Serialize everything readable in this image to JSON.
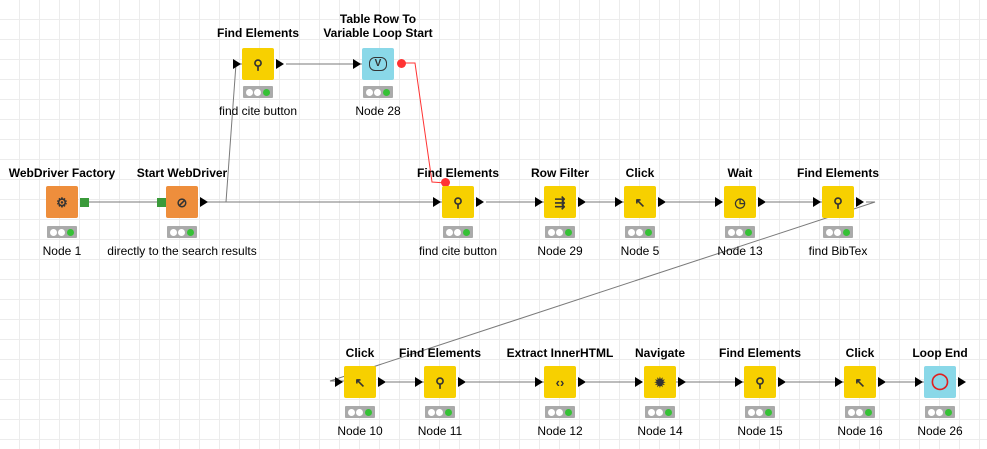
{
  "nodes": {
    "n1": {
      "title": "WebDriver Factory",
      "label": "Node 1",
      "icon": "webdriver-factory-icon"
    },
    "n2": {
      "title": "Start WebDriver",
      "label": "directly to the search results",
      "icon": "compass-icon"
    },
    "n3": {
      "title": "Find Elements",
      "label": "find cite button",
      "icon": "find-elements-icon"
    },
    "n28": {
      "title": "Table Row To Variable Loop Start",
      "label": "Node 28",
      "icon": "variable-loop-icon"
    },
    "n4": {
      "title": "Find Elements",
      "label": "find cite button",
      "icon": "find-elements-icon"
    },
    "n29": {
      "title": "Row Filter",
      "label": "Node 29",
      "icon": "filter-icon"
    },
    "n5": {
      "title": "Click",
      "label": "Node 5",
      "icon": "cursor-icon"
    },
    "n13": {
      "title": "Wait",
      "label": "Node 13",
      "icon": "clock-icon"
    },
    "n6": {
      "title": "Find Elements",
      "label": "find BibTex",
      "icon": "find-elements-icon"
    },
    "n10": {
      "title": "Click",
      "label": "Node 10",
      "icon": "cursor-icon"
    },
    "n11": {
      "title": "Find Elements",
      "label": "Node 11",
      "icon": "find-elements-icon"
    },
    "n12": {
      "title": "Extract InnerHTML",
      "label": "Node 12",
      "icon": "code-icon"
    },
    "n14": {
      "title": "Navigate",
      "label": "Node 14",
      "icon": "navigate-icon"
    },
    "n15": {
      "title": "Find Elements",
      "label": "Node 15",
      "icon": "find-elements-icon"
    },
    "n16": {
      "title": "Click",
      "label": "Node 16",
      "icon": "cursor-icon"
    },
    "n26": {
      "title": "Loop End",
      "label": "Node 26",
      "icon": "loop-end-icon"
    }
  },
  "glyphs": {
    "find": "⚲",
    "compass": "⊘",
    "factory": "⚙",
    "var": "V",
    "filter": "⇶",
    "cursor": "↖",
    "clock": "◷",
    "code": "‹›",
    "navigate": "✹",
    "loopend": "◯"
  },
  "colors": {
    "selenium_node": "#f7d000",
    "source_node": "#ee8e3c",
    "loop_node": "#8ad8e8",
    "flow_variable": "#ff3333",
    "status_ok": "#36c136"
  }
}
